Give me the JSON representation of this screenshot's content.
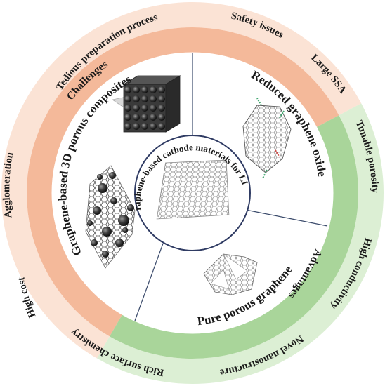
{
  "diagram": {
    "center_title": "Graphene-based cathode materials for LICs",
    "outer_ring": {
      "challenges": [
        "Tedious preparation process",
        "Safety issues",
        "Agglomeration",
        "High cost"
      ],
      "advantages": [
        "Large SSA",
        "Tunable porosity",
        "High conductivity",
        "Novel nanostructure",
        "Rich surface chemistry"
      ]
    },
    "band_labels": {
      "challenges": "Challenges",
      "advantages": "Advantages"
    },
    "sections": {
      "composites": "Graphene-based 3D porous composites",
      "reduced": "Reduced graphene oxide",
      "porous": "Pure porous graphene"
    },
    "colors": {
      "challenge_outer": "#fbe3d5",
      "challenge_band": "#f4b99a",
      "advantage_outer": "#dcefd4",
      "advantage_band": "#a9d59a",
      "divider": "#3a4a6b",
      "center_stroke": "#2f3b63"
    }
  }
}
